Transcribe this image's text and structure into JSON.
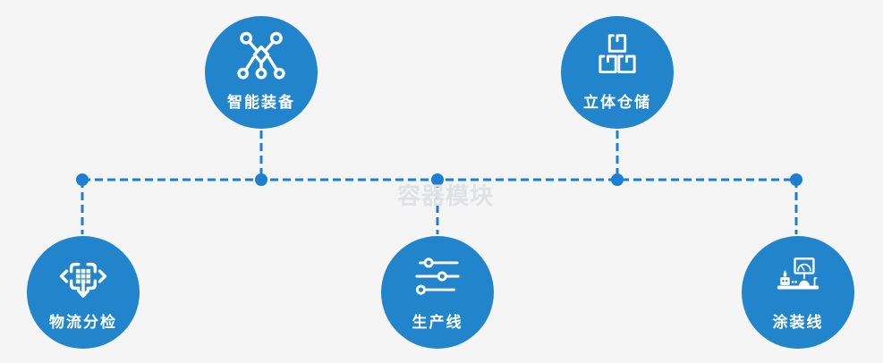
{
  "watermark": "容器模块",
  "colors": {
    "background": "#f5f5f6",
    "circle_fill": "#2285cb",
    "connector": "#1e7ed2",
    "label_text": "#ffffff",
    "watermark_text": "#e0e1e4"
  },
  "nodes": [
    {
      "label": "智能装备",
      "icon": "network-nodes-icon",
      "row": "top"
    },
    {
      "label": "立体仓储",
      "icon": "stacked-boxes-icon",
      "row": "top"
    },
    {
      "label": "物流分检",
      "icon": "sorting-arrows-icon",
      "row": "bottom"
    },
    {
      "label": "生产线",
      "icon": "sliders-icon",
      "row": "bottom"
    },
    {
      "label": "涂装线",
      "icon": "control-station-icon",
      "row": "bottom"
    }
  ]
}
